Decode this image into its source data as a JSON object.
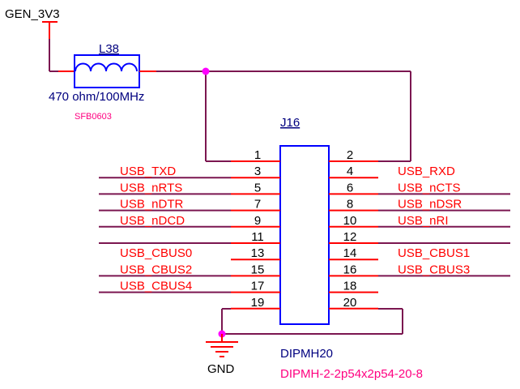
{
  "power": {
    "net": "GEN_3V3"
  },
  "inductor": {
    "ref": "L38",
    "value": "470 ohm/100MHz",
    "footprint": "SFB0603"
  },
  "connector": {
    "ref": "J16",
    "value": "DIPMH20",
    "footprint": "DIPMH-2-2p54x2p54-20-8",
    "left_pins": [
      {
        "num": "1",
        "net": ""
      },
      {
        "num": "3",
        "net": "USB_TXD"
      },
      {
        "num": "5",
        "net": "USB_nRTS"
      },
      {
        "num": "7",
        "net": "USB_nDTR"
      },
      {
        "num": "9",
        "net": "USB_nDCD"
      },
      {
        "num": "11",
        "net": ""
      },
      {
        "num": "13",
        "net": "USB_CBUS0"
      },
      {
        "num": "15",
        "net": "USB_CBUS2"
      },
      {
        "num": "17",
        "net": "USB_CBUS4"
      },
      {
        "num": "19",
        "net": ""
      }
    ],
    "right_pins": [
      {
        "num": "2",
        "net": ""
      },
      {
        "num": "4",
        "net": "USB_RXD"
      },
      {
        "num": "6",
        "net": "USB_nCTS"
      },
      {
        "num": "8",
        "net": "USB_nDSR"
      },
      {
        "num": "10",
        "net": "USB_nRI"
      },
      {
        "num": "12",
        "net": ""
      },
      {
        "num": "14",
        "net": "USB_CBUS1"
      },
      {
        "num": "16",
        "net": "USB_CBUS3"
      },
      {
        "num": "18",
        "net": ""
      },
      {
        "num": "20",
        "net": ""
      }
    ]
  },
  "ground": {
    "net": "GND"
  },
  "colors": {
    "wire": "#7b1650",
    "pin": "#ff0000",
    "body": "#0000ff",
    "junction": "#ff00ff",
    "label_red": "#ff0000",
    "ref_blue": "#00007f",
    "footprint_pink": "#ff0080"
  }
}
